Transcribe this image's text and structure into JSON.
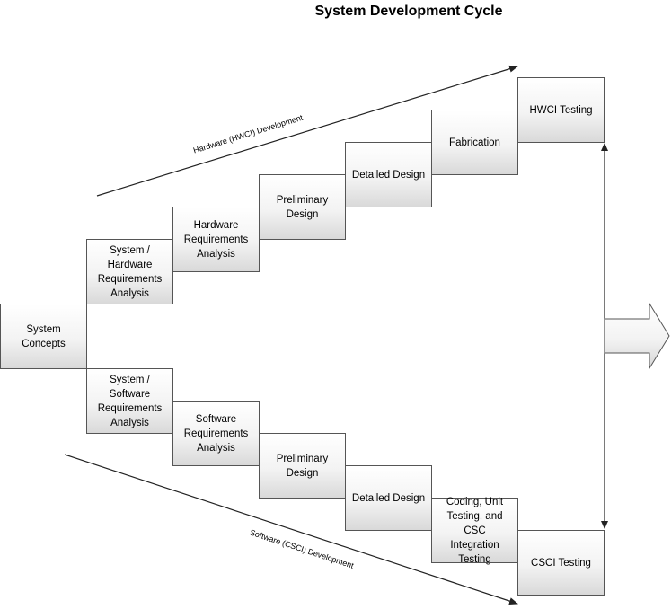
{
  "title": "System Development Cycle",
  "hardware_label": "Hardware (HWCI) Development",
  "software_label": "Software (CSCI) Development",
  "boxes": {
    "system_concepts": "System\nConcepts",
    "sys_hw_req": "System /\nHardware\nRequirements\nAnalysis",
    "hw_req": "Hardware\nRequirements\nAnalysis",
    "hw_prelim": "Preliminary\nDesign",
    "hw_detailed": "Detailed Design",
    "fabrication": "Fabrication",
    "hwci_testing": "HWCI Testing",
    "sys_sw_req": "System /\nSoftware\nRequirements\nAnalysis",
    "sw_req": "Software\nRequirements\nAnalysis",
    "sw_prelim": "Preliminary\nDesign",
    "sw_detailed": "Detailed Design",
    "coding": "Coding, Unit\nTesting, and CSC\nIntegration\nTesting",
    "csci_testing": "CSCI Testing"
  }
}
